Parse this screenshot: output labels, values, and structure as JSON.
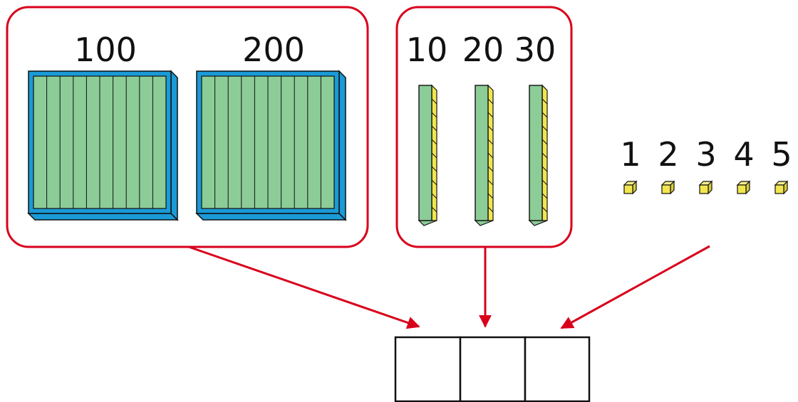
{
  "colors": {
    "group_border": "#d9001b",
    "arrow": "#d9001b",
    "flat_face": "#8ccc97",
    "flat_edge": "#1a9ad6",
    "rod_face": "#8ccc97",
    "rod_edge": "#f2e64f",
    "unit_cube": "#f2e64f",
    "outline": "#111111"
  },
  "hundreds": {
    "labels": [
      "100",
      "200"
    ],
    "count": 2,
    "block": "hundred-flat"
  },
  "tens": {
    "labels": [
      "10",
      "20",
      "30"
    ],
    "count": 3,
    "block": "ten-rod"
  },
  "ones": {
    "labels": [
      "1",
      "2",
      "3",
      "4",
      "5"
    ],
    "count": 5,
    "block": "unit-cube"
  },
  "place_value_boxes": {
    "count": 3,
    "values": [
      "",
      "",
      ""
    ]
  }
}
